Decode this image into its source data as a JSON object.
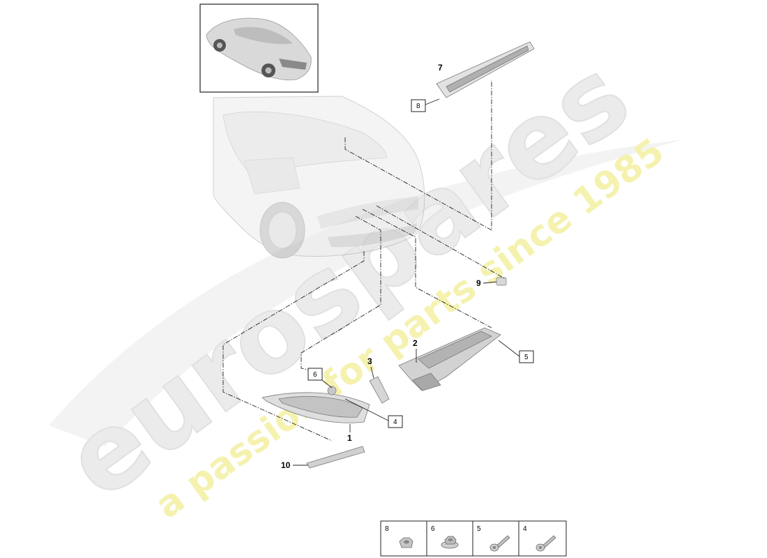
{
  "watermark": {
    "brand": "eurospares",
    "tagline": "a passion for parts since 1985"
  },
  "callouts": [
    {
      "id": "1",
      "boxed": false
    },
    {
      "id": "2",
      "boxed": false
    },
    {
      "id": "3",
      "boxed": false
    },
    {
      "id": "4",
      "boxed": true
    },
    {
      "id": "5",
      "boxed": true
    },
    {
      "id": "6",
      "boxed": true
    },
    {
      "id": "7",
      "boxed": false
    },
    {
      "id": "8",
      "boxed": true
    },
    {
      "id": "9",
      "boxed": false
    },
    {
      "id": "10",
      "boxed": false
    }
  ],
  "hardware_legend": [
    {
      "number": "8",
      "item": "nut-icon"
    },
    {
      "number": "6",
      "item": "flange-nut-icon"
    },
    {
      "number": "5",
      "item": "screw-icon"
    },
    {
      "number": "4",
      "item": "screw-icon"
    }
  ],
  "colors": {
    "outline": "#222222",
    "watermark_gray": "#e6e6e6",
    "watermark_yellow": "#f4f1a6"
  }
}
